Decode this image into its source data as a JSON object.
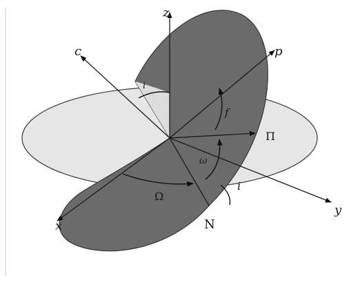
{
  "diagram": {
    "colors": {
      "reference_plane": "#e6e6e6",
      "orbital_plane": "#6b6b6b",
      "orbital_plane_light": "#8a8a8a",
      "outline": "#3a3a3a",
      "axis": "#1a1a1a"
    },
    "labels": {
      "z": "z",
      "c": "c",
      "p": "p",
      "x": "x",
      "y": "y",
      "node": "N",
      "perihelion": "Π",
      "ascending_node_longitude": "Ω",
      "inclination": "i",
      "true_anomaly": "f",
      "argument_of_perihelion": "ω",
      "inclination_top": "i"
    }
  }
}
